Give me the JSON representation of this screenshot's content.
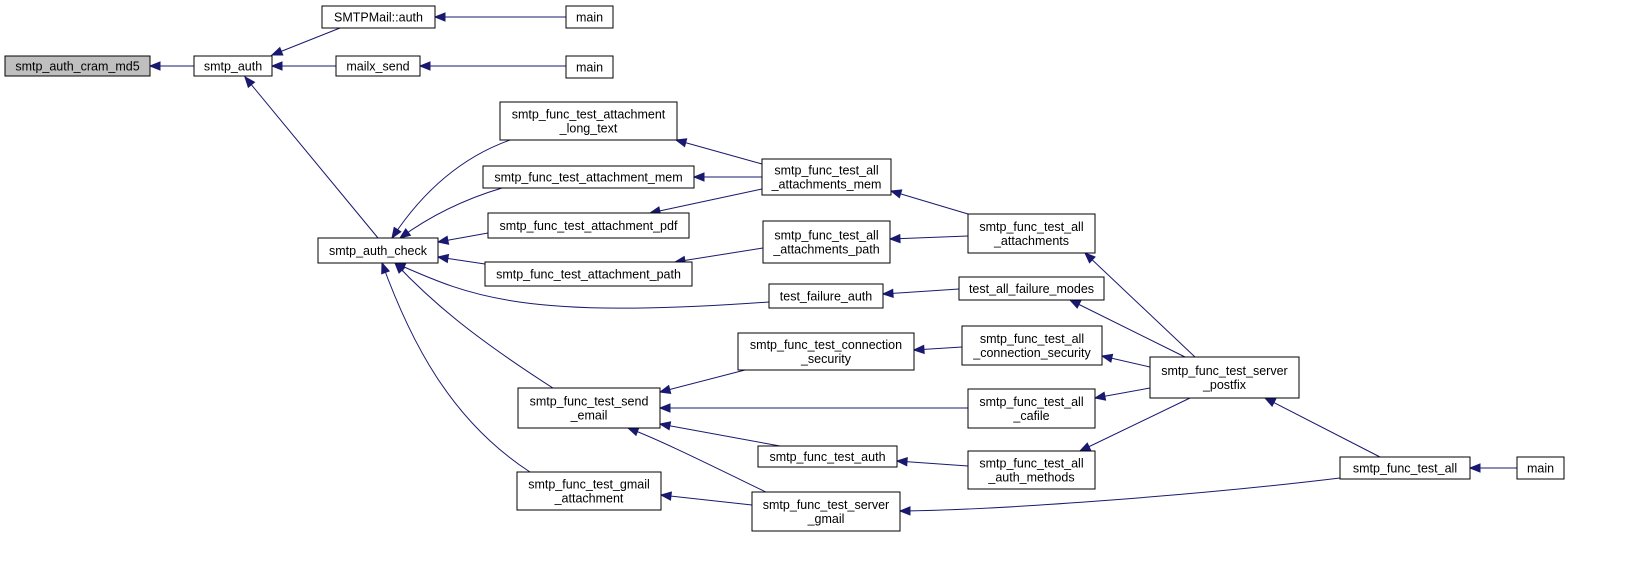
{
  "colors": {
    "edge": "#191970",
    "node_fill": "#ffffff",
    "focus_fill": "#bfbfbf",
    "border": "#000000"
  },
  "nodes": [
    {
      "id": "cram",
      "lines": [
        "smtp_auth_cram_md5"
      ],
      "focus": true
    },
    {
      "id": "auth",
      "lines": [
        "smtp_auth"
      ]
    },
    {
      "id": "smtpmail",
      "lines": [
        "SMTPMail::auth"
      ]
    },
    {
      "id": "main1",
      "lines": [
        "main"
      ]
    },
    {
      "id": "mailx",
      "lines": [
        "mailx_send"
      ]
    },
    {
      "id": "main2",
      "lines": [
        "main"
      ]
    },
    {
      "id": "check",
      "lines": [
        "smtp_auth_check"
      ]
    },
    {
      "id": "att_long",
      "lines": [
        "smtp_func_test_attachment",
        "_long_text"
      ]
    },
    {
      "id": "att_mem",
      "lines": [
        "smtp_func_test_attachment_mem"
      ]
    },
    {
      "id": "att_pdf",
      "lines": [
        "smtp_func_test_attachment_pdf"
      ]
    },
    {
      "id": "att_path",
      "lines": [
        "smtp_func_test_attachment_path"
      ]
    },
    {
      "id": "all_att_mem",
      "lines": [
        "smtp_func_test_all",
        "_attachments_mem"
      ]
    },
    {
      "id": "all_att_path",
      "lines": [
        "smtp_func_test_all",
        "_attachments_path"
      ]
    },
    {
      "id": "all_att",
      "lines": [
        "smtp_func_test_all",
        "_attachments"
      ]
    },
    {
      "id": "fail_auth",
      "lines": [
        "test_failure_auth"
      ]
    },
    {
      "id": "all_fail",
      "lines": [
        "test_all_failure_modes"
      ]
    },
    {
      "id": "conn_sec",
      "lines": [
        "smtp_func_test_connection",
        "_security"
      ]
    },
    {
      "id": "all_conn_sec",
      "lines": [
        "smtp_func_test_all",
        "_connection_security"
      ]
    },
    {
      "id": "send_email",
      "lines": [
        "smtp_func_test_send",
        "_email"
      ]
    },
    {
      "id": "all_cafile",
      "lines": [
        "smtp_func_test_all",
        "_cafile"
      ]
    },
    {
      "id": "test_auth",
      "lines": [
        "smtp_func_test_auth"
      ]
    },
    {
      "id": "all_auth_methods",
      "lines": [
        "smtp_func_test_all",
        "_auth_methods"
      ]
    },
    {
      "id": "server_postfix",
      "lines": [
        "smtp_func_test_server",
        "_postfix"
      ]
    },
    {
      "id": "gmail_att",
      "lines": [
        "smtp_func_test_gmail",
        "_attachment"
      ]
    },
    {
      "id": "server_gmail",
      "lines": [
        "smtp_func_test_server",
        "_gmail"
      ]
    },
    {
      "id": "test_all",
      "lines": [
        "smtp_func_test_all"
      ]
    },
    {
      "id": "main3",
      "lines": [
        "main"
      ]
    }
  ],
  "edges": [
    {
      "from": "auth",
      "to": "cram"
    },
    {
      "from": "smtpmail",
      "to": "auth"
    },
    {
      "from": "mailx",
      "to": "auth"
    },
    {
      "from": "check",
      "to": "auth"
    },
    {
      "from": "main1",
      "to": "smtpmail"
    },
    {
      "from": "main2",
      "to": "mailx"
    },
    {
      "from": "att_long",
      "to": "check"
    },
    {
      "from": "att_mem",
      "to": "check"
    },
    {
      "from": "att_pdf",
      "to": "check"
    },
    {
      "from": "att_path",
      "to": "check"
    },
    {
      "from": "fail_auth",
      "to": "check"
    },
    {
      "from": "send_email",
      "to": "check"
    },
    {
      "from": "gmail_att",
      "to": "check"
    },
    {
      "from": "all_att_mem",
      "to": "att_long"
    },
    {
      "from": "all_att_mem",
      "to": "att_mem"
    },
    {
      "from": "all_att_mem",
      "to": "att_pdf"
    },
    {
      "from": "all_att_path",
      "to": "att_path"
    },
    {
      "from": "all_att",
      "to": "all_att_mem"
    },
    {
      "from": "all_att",
      "to": "all_att_path"
    },
    {
      "from": "all_fail",
      "to": "fail_auth"
    },
    {
      "from": "conn_sec",
      "to": "send_email"
    },
    {
      "from": "all_cafile",
      "to": "send_email"
    },
    {
      "from": "test_auth",
      "to": "send_email"
    },
    {
      "from": "server_gmail",
      "to": "send_email"
    },
    {
      "from": "all_conn_sec",
      "to": "conn_sec"
    },
    {
      "from": "all_auth_methods",
      "to": "test_auth"
    },
    {
      "from": "server_gmail",
      "to": "gmail_att"
    },
    {
      "from": "server_postfix",
      "to": "all_att"
    },
    {
      "from": "server_postfix",
      "to": "all_fail"
    },
    {
      "from": "server_postfix",
      "to": "all_conn_sec"
    },
    {
      "from": "server_postfix",
      "to": "all_cafile"
    },
    {
      "from": "server_postfix",
      "to": "all_auth_methods"
    },
    {
      "from": "test_all",
      "to": "server_postfix"
    },
    {
      "from": "test_all",
      "to": "server_gmail"
    },
    {
      "from": "main3",
      "to": "test_all"
    }
  ]
}
